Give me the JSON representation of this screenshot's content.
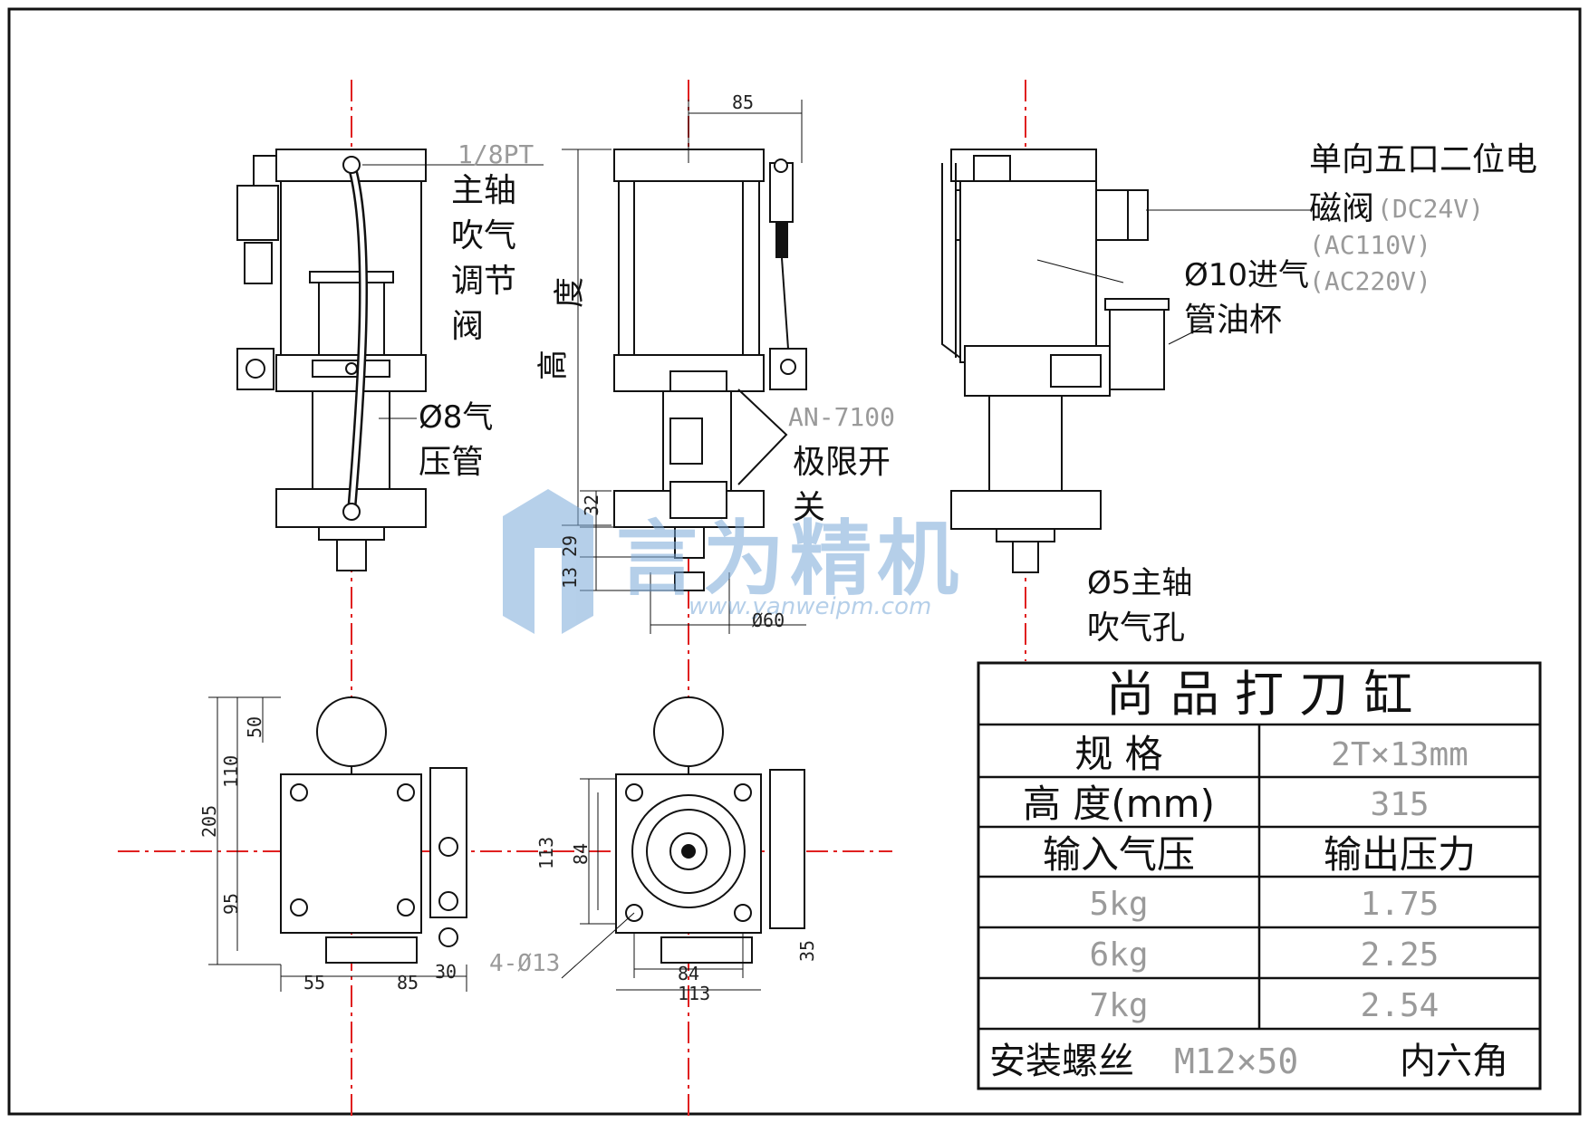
{
  "callouts": {
    "fitting_thread": "1/8PT",
    "spindle_valve": [
      "主轴",
      "吹气",
      "调节",
      "阀"
    ],
    "air_pipe": [
      "Ø8气",
      "压管"
    ],
    "valve_title": [
      "单向五口二位电",
      "磁阀"
    ],
    "valve_voltages": [
      "(DC24V)",
      "(AC110V)",
      "(AC220V)"
    ],
    "inlet": [
      "Ø10进气",
      "管油杯"
    ],
    "limit_switch_model": "AN-7100",
    "limit_switch": [
      "极限开",
      "关"
    ],
    "spindle_hole": [
      "Ø5主轴",
      "吹气孔"
    ],
    "height_label": [
      "高",
      "度"
    ],
    "mount_holes": "4-Ø13"
  },
  "dimensions": {
    "top_offset": "85",
    "flange_32": "32",
    "dim_13": "13",
    "dim_29": "29",
    "dia_60": "Ø60",
    "left_50": "50",
    "left_110": "110",
    "left_205": "205",
    "left_95": "95",
    "bottom_55": "55",
    "bottom_85": "85",
    "bottom_30": "30",
    "mid_113_v": "113",
    "mid_84_v": "84",
    "mid_84_h": "84",
    "mid_113_h": "113",
    "mid_35": "35"
  },
  "watermark": {
    "name": "言为精机",
    "url": "www.yanweipm.com"
  },
  "spec_table": {
    "title": "尚 品 打 刀 缸",
    "rows": [
      {
        "label": "规  格",
        "value": "2T×13mm"
      },
      {
        "label": "高 度(mm)",
        "value": "315"
      }
    ],
    "header": {
      "left": "输入气压",
      "right": "输出压力"
    },
    "pressure_rows": [
      {
        "input": "5kg",
        "output": "1.75"
      },
      {
        "input": "6kg",
        "output": "2.25"
      },
      {
        "input": "7kg",
        "output": "2.54"
      }
    ],
    "footer": {
      "label": "安装螺丝",
      "value": "M12×50",
      "suffix": "内六角"
    }
  },
  "colors": {
    "centerline": "#e02020",
    "watermark": "#7aa9d8",
    "outline": "#111111"
  }
}
